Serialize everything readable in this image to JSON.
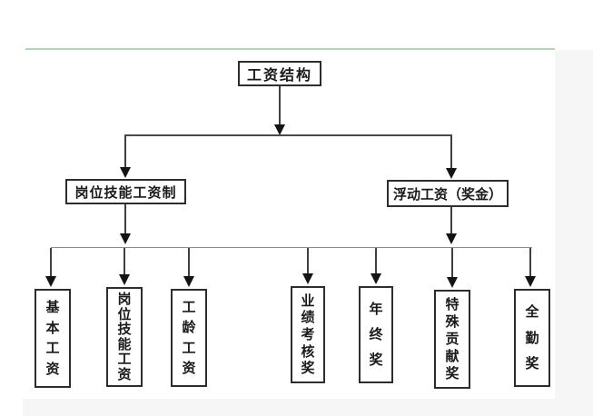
{
  "colors": {
    "accent_line": "#aadbaa",
    "box_border": "#2d2d2d",
    "connector": "#3f3f3f",
    "distribution_line": "#8c8c8c",
    "outer_background": "#f6f6f6",
    "canvas": "#ffffff"
  },
  "flowchart": {
    "root": "工资结构",
    "level2": [
      "岗位技能工资制",
      "浮动工资（奖金）"
    ],
    "level3": [
      "基本工资",
      "岗位技能工资",
      "工龄工资",
      "业绩考核奖",
      "年终奖",
      "特殊贡献奖",
      "全勤奖"
    ]
  }
}
